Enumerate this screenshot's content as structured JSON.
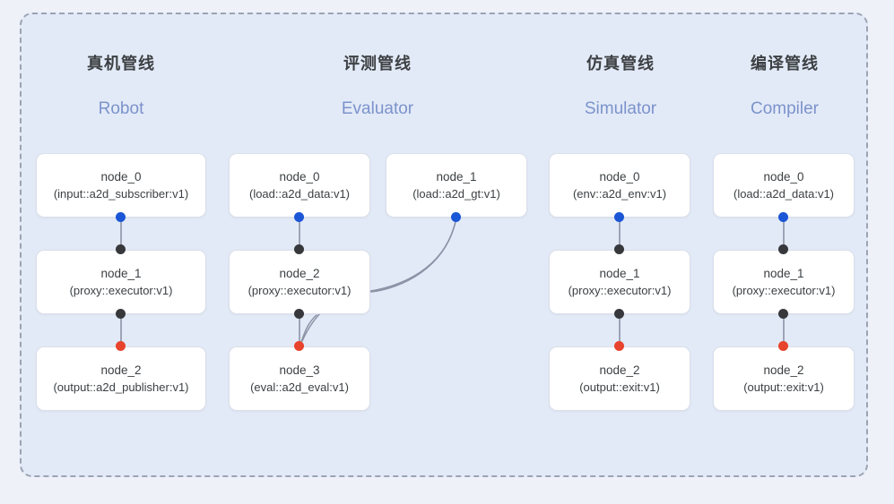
{
  "page": {
    "background_color": "#eef1f8",
    "panel_color": "#e3eaf7",
    "panel_border_color": "#9ba3b4",
    "accent_blue": "#7b93cc",
    "title_color": "#3c4043"
  },
  "legend": {
    "port_colors": {
      "output_blue": "#1a56d6",
      "input_black": "#37383c",
      "terminal_red": "#e8432c"
    },
    "edge_color": "#8b93a6"
  },
  "columns": [
    {
      "id": "robot",
      "title_cn": "真机管线",
      "title_en": "Robot",
      "nodes": [
        {
          "name": "node_0",
          "type": "(input::a2d_subscriber:v1)"
        },
        {
          "name": "node_1",
          "type": "(proxy::executor:v1)"
        },
        {
          "name": "node_2",
          "type": "(output::a2d_publisher:v1)"
        }
      ]
    },
    {
      "id": "evaluator",
      "title_cn": "评测管线",
      "title_en": "Evaluator",
      "nodes": [
        {
          "name": "node_0",
          "type": "(load::a2d_data:v1)"
        },
        {
          "name": "node_1",
          "type": "(load::a2d_gt:v1)"
        },
        {
          "name": "node_2",
          "type": "(proxy::executor:v1)"
        },
        {
          "name": "node_3",
          "type": "(eval::a2d_eval:v1)"
        }
      ]
    },
    {
      "id": "simulator",
      "title_cn": "仿真管线",
      "title_en": "Simulator",
      "nodes": [
        {
          "name": "node_0",
          "type": "(env::a2d_env:v1)"
        },
        {
          "name": "node_1",
          "type": "(proxy::executor:v1)"
        },
        {
          "name": "node_2",
          "type": "(output::exit:v1)"
        }
      ]
    },
    {
      "id": "compiler",
      "title_cn": "编译管线",
      "title_en": "Compiler",
      "nodes": [
        {
          "name": "node_0",
          "type": "(load::a2d_data:v1)"
        },
        {
          "name": "node_1",
          "type": "(proxy::executor:v1)"
        },
        {
          "name": "node_2",
          "type": "(output::exit:v1)"
        }
      ]
    }
  ]
}
